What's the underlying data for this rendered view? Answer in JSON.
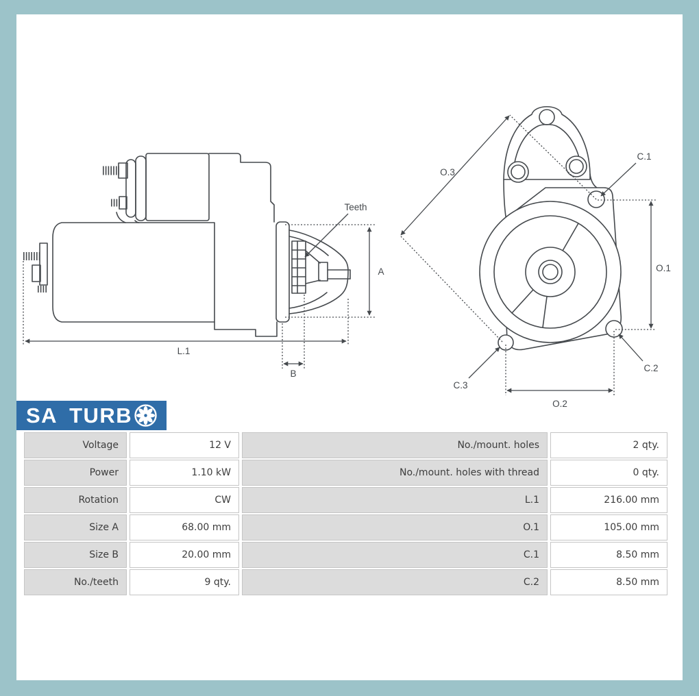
{
  "colors": {
    "frame_bg": "#9cc3c9",
    "card_bg": "#ffffff",
    "logo_bg": "#2f6da8",
    "drawing_line": "#45494d",
    "table_label_bg": "#dcdcdc",
    "table_border": "#c5c5c5",
    "table_text": "#3d3d3d"
  },
  "logo": {
    "sa": "SA",
    "turb": "TURB",
    "icon": "turbo-wheel-icon"
  },
  "drawing": {
    "side": {
      "teeth": "Teeth",
      "a": "A",
      "l1": "L.1",
      "b": "B"
    },
    "front": {
      "o3": "O.3",
      "c1": "C.1",
      "o1": "O.1",
      "c2": "C.2",
      "c3": "C.3",
      "o2": "O.2"
    }
  },
  "table": {
    "left": [
      {
        "label": "Voltage",
        "value": "12 V"
      },
      {
        "label": "Power",
        "value": "1.10 kW"
      },
      {
        "label": "Rotation",
        "value": "CW"
      },
      {
        "label": "Size A",
        "value": "68.00 mm"
      },
      {
        "label": "Size B",
        "value": "20.00 mm"
      },
      {
        "label": "No./teeth",
        "value": "9 qty."
      }
    ],
    "right": [
      {
        "label": "No./mount. holes",
        "value": "2 qty."
      },
      {
        "label": "No./mount. holes with thread",
        "value": "0 qty."
      },
      {
        "label": "L.1",
        "value": "216.00 mm"
      },
      {
        "label": "O.1",
        "value": "105.00 mm"
      },
      {
        "label": "C.1",
        "value": "8.50 mm"
      },
      {
        "label": "C.2",
        "value": "8.50 mm"
      }
    ]
  }
}
